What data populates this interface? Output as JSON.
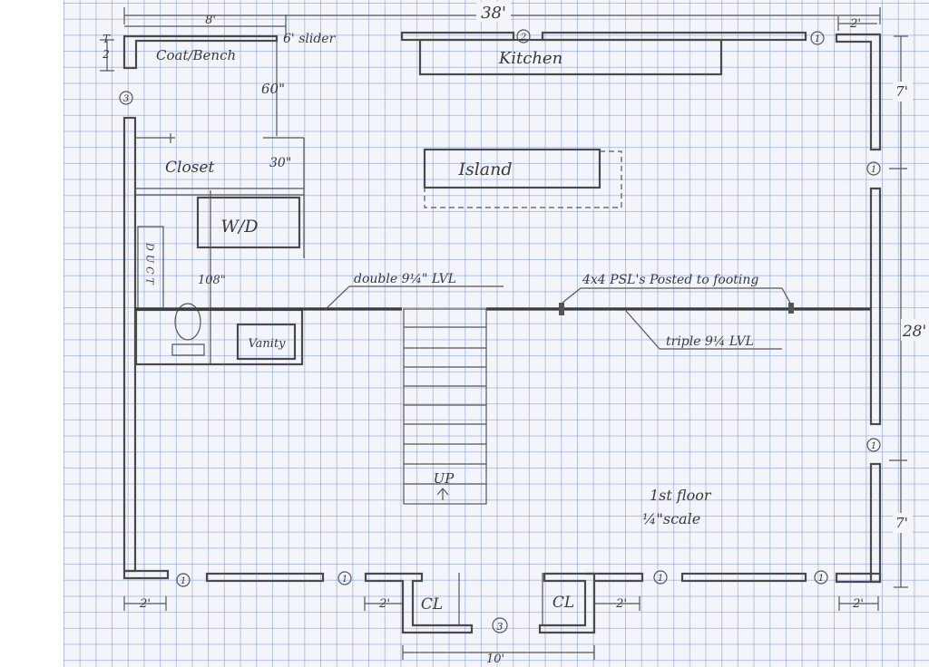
{
  "dimensions": {
    "overall_width": "38'",
    "overall_depth": "28'",
    "left_wall_segment": "8'",
    "top_right_corner": "2'",
    "right_upper": "7'",
    "right_lower": "7'",
    "top_left_small": "T\n2",
    "closet_depth": "60\"",
    "closet_width": "30\"",
    "wd_depth": "108\"",
    "bottom_left": "2'",
    "bottom_mid_left": "2'",
    "bottom_mid_right": "2'",
    "bottom_right": "2'",
    "bump_out": "10'"
  },
  "labels": {
    "slider": "6' slider",
    "coat_bench": "Coat/Bench",
    "kitchen": "Kitchen",
    "island": "Island",
    "closet": "Closet",
    "wd": "W/D",
    "duct": "DUCT",
    "vanity": "Vanity",
    "double_lvl": "double 9¼\" LVL",
    "psl": "4x4 PSL's Posted to footing",
    "triple_lvl": "triple 9¼ LVL",
    "up": "UP",
    "cl_left": "CL",
    "cl_right": "CL",
    "floor_title": "1st floor",
    "scale": "¼\"scale"
  },
  "window_tags": {
    "top_mid": "2",
    "top_right": "1",
    "left_upper": "3",
    "right_upper": "1",
    "right_lower": "1",
    "bottom_1": "1",
    "bottom_2": "1",
    "bottom_3": "1",
    "bottom_4": "1",
    "bottom_center": "3"
  }
}
